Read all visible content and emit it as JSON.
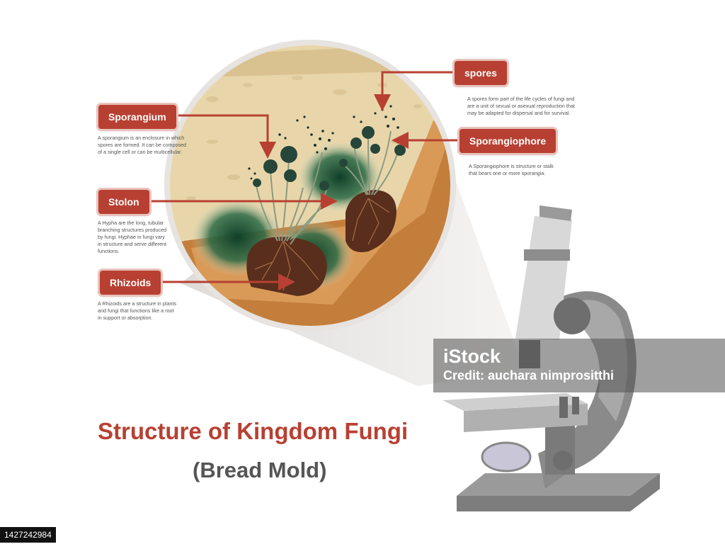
{
  "title": "Structure of Kingdom Fungi",
  "subtitle": "(Bread Mold)",
  "labels": {
    "spores": {
      "name": "spores",
      "lines": [
        "A spores form part of the life cycles of fungi and",
        "are a unit of sexual or asexual reproduction that",
        "may be adapted for dispersal and for survival."
      ]
    },
    "sporangium": {
      "name": "Sporangium",
      "lines": [
        "A sporangium is an enclosure in which",
        "spores are formed. It can be composed",
        "of a single cell or can be multicellular."
      ]
    },
    "sporangiophore": {
      "name": "Sporangiophore",
      "lines": [
        "A Sporangiophore is structure or stalk",
        "that bears one or more sporangia."
      ]
    },
    "stolon": {
      "name": "Stolon",
      "lines": [
        "A Hypha are the long, tubular",
        "branching structures produced",
        "by fungi.  Hyphae in fungi vary",
        "in structure and serve different",
        "functions."
      ]
    },
    "rhizoids": {
      "name": "Rhizoids",
      "lines": [
        "A Rhizoids are a structure in plants",
        "and fungi that functions like a root",
        "in support or absorption."
      ]
    }
  },
  "watermark": {
    "brand": "iStock",
    "author": "Credit: auchara nimprositthi"
  },
  "stock_id": "1427242984",
  "colors": {
    "accent": "#b84032",
    "bread": "#e8d5a8",
    "crust": "#c67f3c",
    "mold": "#1f5a3a",
    "microscope": "#8c8c8c"
  }
}
